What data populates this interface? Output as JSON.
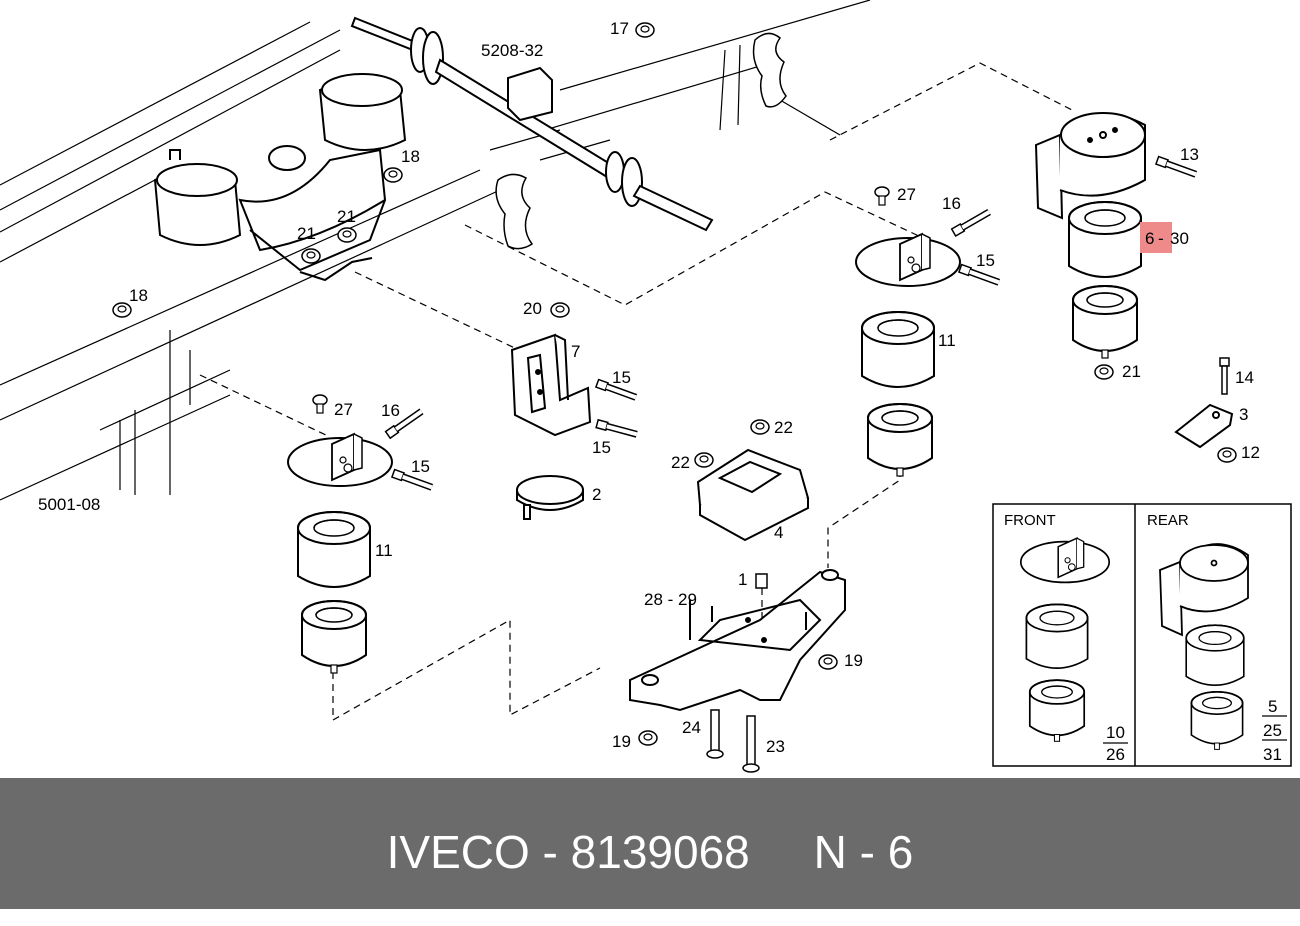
{
  "diagram": {
    "refs": {
      "r5208": "5208-32",
      "r5001": "5001-08"
    },
    "callouts": {
      "c17": "17",
      "c18a": "18",
      "c18b": "18",
      "c21a": "21",
      "c21b": "21",
      "c21c": "21",
      "c27a": "27",
      "c27b": "27",
      "c16a": "16",
      "c16b": "16",
      "c15a": "15",
      "c15b": "15",
      "c15c": "15",
      "c15d": "15",
      "c13": "13",
      "c14": "14",
      "c3": "3",
      "c12": "12",
      "c11a": "11",
      "c11b": "11",
      "c20": "20",
      "c7": "7",
      "c2": "2",
      "c22a": "22",
      "c22b": "22",
      "c4": "4",
      "c1": "1",
      "c2829": "28 - 29",
      "c19a": "19",
      "c19b": "19",
      "c24": "24",
      "c23": "23",
      "c6": "6",
      "c30": "30",
      "c630dash": "-"
    },
    "highlight_color": "#ef8a8a",
    "inset": {
      "front_label": "FRONT",
      "rear_label": "REAR",
      "front_fraction": {
        "top": "10",
        "bottom": "26"
      },
      "rear_fraction": {
        "top": "5",
        "middle": "25",
        "bottom": "31"
      }
    }
  },
  "footer": {
    "brand": "IVECO",
    "part_number": "8139068",
    "position_code": "N - 6",
    "background_color": "#6b6b6b",
    "text_color": "#ffffff"
  }
}
